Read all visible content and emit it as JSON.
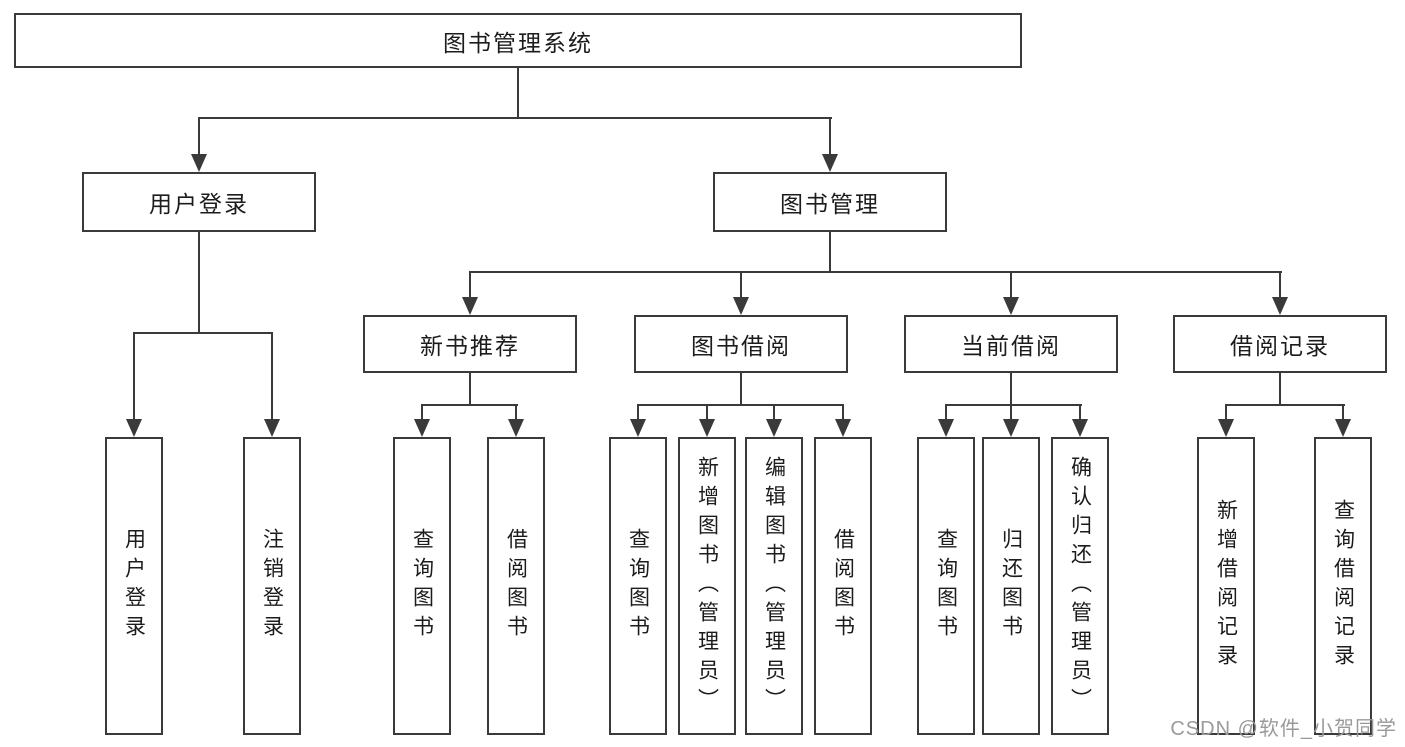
{
  "diagram": {
    "root": {
      "label": "图书管理系统"
    },
    "branches": [
      {
        "label": "用户登录",
        "leaves": [
          "用户登录",
          "注销登录"
        ]
      },
      {
        "label": "图书管理",
        "children": [
          {
            "label": "新书推荐",
            "leaves": [
              "查询图书",
              "借阅图书"
            ]
          },
          {
            "label": "图书借阅",
            "leaves": [
              "查询图书",
              "新增图书（管理员）",
              "编辑图书（管理员）",
              "借阅图书"
            ]
          },
          {
            "label": "当前借阅",
            "leaves": [
              "查询图书",
              "归还图书",
              "确认归还（管理员）"
            ]
          },
          {
            "label": "借阅记录",
            "leaves": [
              "新增借阅记录",
              "查询借阅记录"
            ]
          }
        ]
      }
    ]
  },
  "watermark": {
    "text": "CSDN @软件_小贺同学"
  },
  "colors": {
    "line": "#3a3a3a",
    "text": "#1c1c1c",
    "background": "#ffffff",
    "watermark": "#9a9a9a"
  }
}
